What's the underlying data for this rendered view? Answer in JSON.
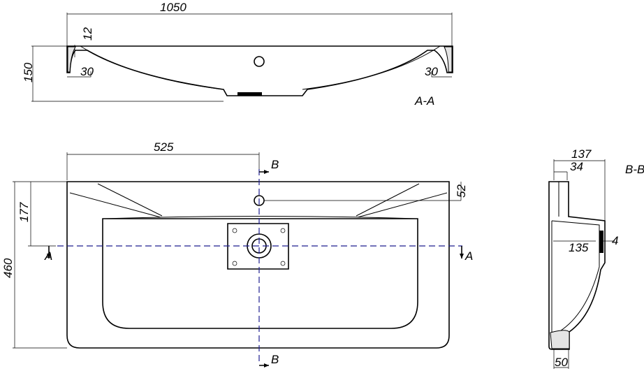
{
  "section_aa": {
    "label": "A-A",
    "width": "1050",
    "height": "150",
    "rim": "12",
    "left_edge": "30",
    "right_edge": "30"
  },
  "plan": {
    "half_width": "525",
    "tap_offset": "52",
    "axis_depth": "177",
    "depth": "460",
    "cut_a_left": "A",
    "cut_a_right": "A",
    "cut_b_top": "B",
    "cut_b_bottom": "B"
  },
  "section_bb": {
    "label": "B-B",
    "overall": "137",
    "rim": "34",
    "inner": "135",
    "wall": "4",
    "base": "50"
  }
}
